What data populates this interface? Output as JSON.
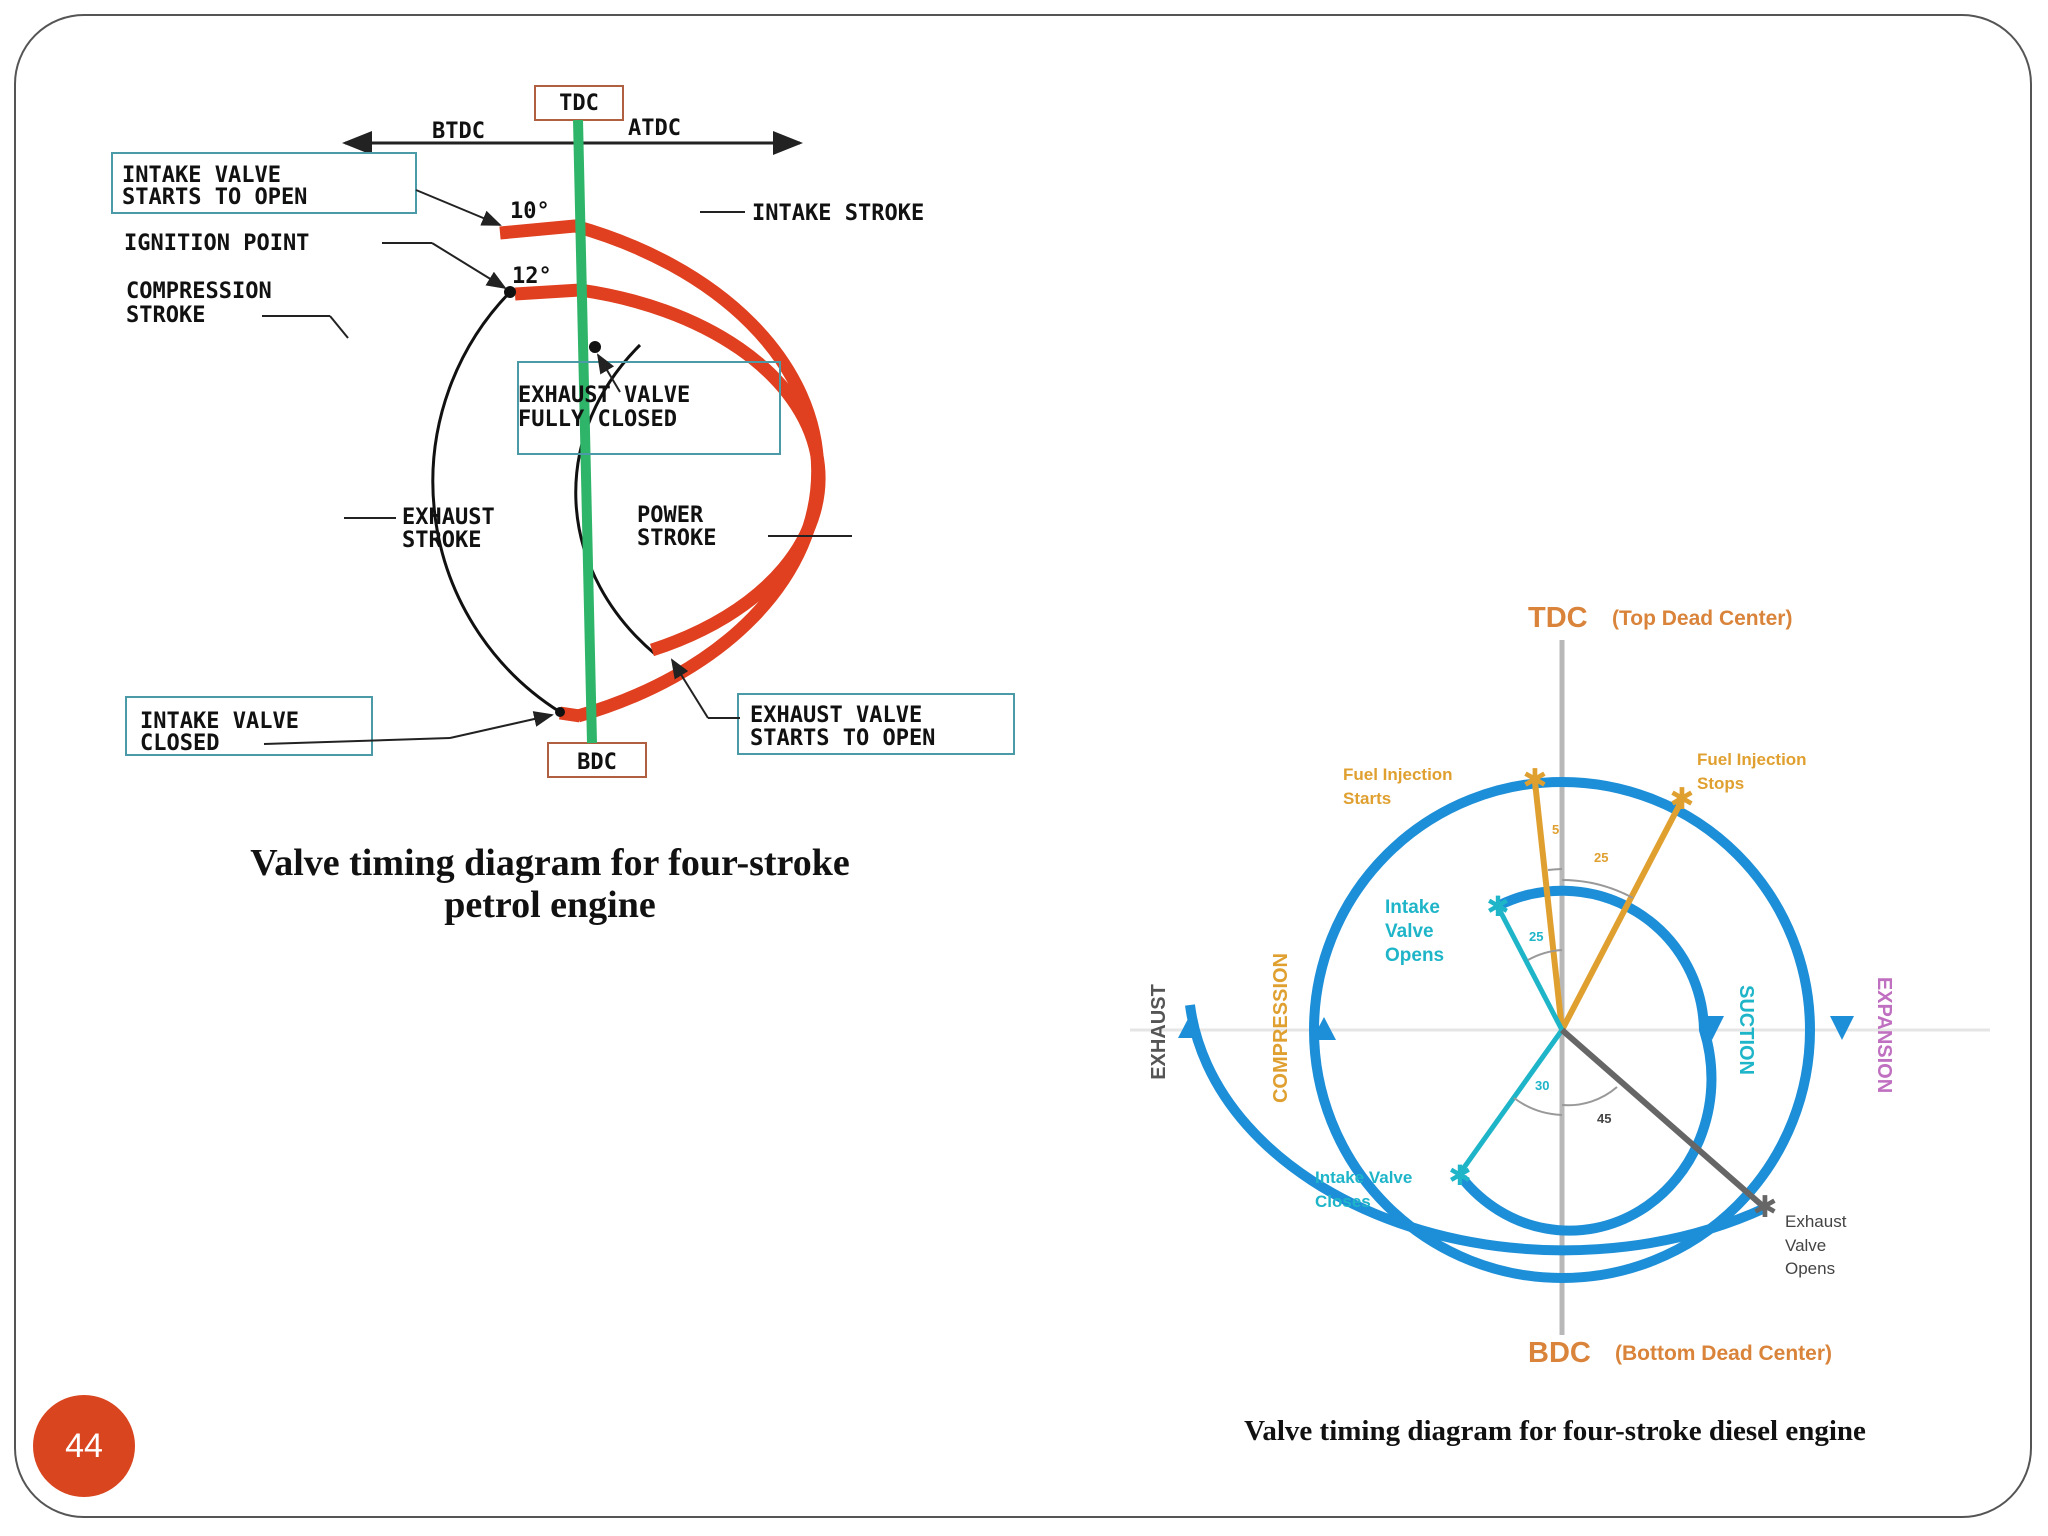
{
  "page_number": "44",
  "petrol": {
    "caption_line1": "Valve timing diagram for four-stroke",
    "caption_line2": "petrol engine",
    "tdc": "TDC",
    "bdc": "BDC",
    "btdc": "BTDC",
    "atdc": "ATDC",
    "intake_opens_1": "INTAKE VALVE",
    "intake_opens_2": "STARTS TO OPEN",
    "angle_intake": "10°",
    "ignition": "IGNITION POINT",
    "angle_ignition": "12°",
    "compression_1": "COMPRESSION",
    "compression_2": "STROKE",
    "intake_stroke": "INTAKE STROKE",
    "exhaust_closed_1": "EXHAUST VALVE",
    "exhaust_closed_2": "FULLY CLOSED",
    "exhaust_stroke_1": "EXHAUST",
    "exhaust_stroke_2": "STROKE",
    "power_stroke_1": "POWER",
    "power_stroke_2": "STROKE",
    "intake_closed_1": "INTAKE VALVE",
    "intake_closed_2": "CLOSED",
    "exhaust_opens_1": "EXHAUST VALVE",
    "exhaust_opens_2": "STARTS TO OPEN"
  },
  "diesel": {
    "caption": "Valve timing diagram for four-stroke diesel engine",
    "tdc": "TDC",
    "tdc_full": "(Top Dead Center)",
    "bdc": "BDC",
    "bdc_full": "(Bottom Dead Center)",
    "fuel_start_1": "Fuel Injection",
    "fuel_start_2": "Starts",
    "fuel_stop_1": "Fuel Injection",
    "fuel_stop_2": "Stops",
    "intake_opens_1": "Intake",
    "intake_opens_2": "Valve",
    "intake_opens_3": "Opens",
    "intake_closes_1": "Intake Valve",
    "intake_closes_2": "Closes",
    "exhaust_opens_1": "Exhaust",
    "exhaust_opens_2": "Valve",
    "exhaust_opens_3": "Opens",
    "exhaust": "EXHAUST",
    "compression": "COMPRESSION",
    "suction": "SUCTION",
    "expansion": "EXPANSION",
    "angle_5": "5",
    "angle_25a": "25",
    "angle_25b": "25",
    "angle_30": "30",
    "angle_45": "45"
  },
  "colors": {
    "petrol_red": "#e0401f",
    "petrol_green": "#2fb56a",
    "box_border": "#4a9aa8",
    "diesel_blue": "#1d8fd8",
    "orange": "#e0a030",
    "teal": "#1fb5c9",
    "gray": "#666666",
    "magenta": "#c070c0",
    "tdc_label": "#d9843a"
  }
}
